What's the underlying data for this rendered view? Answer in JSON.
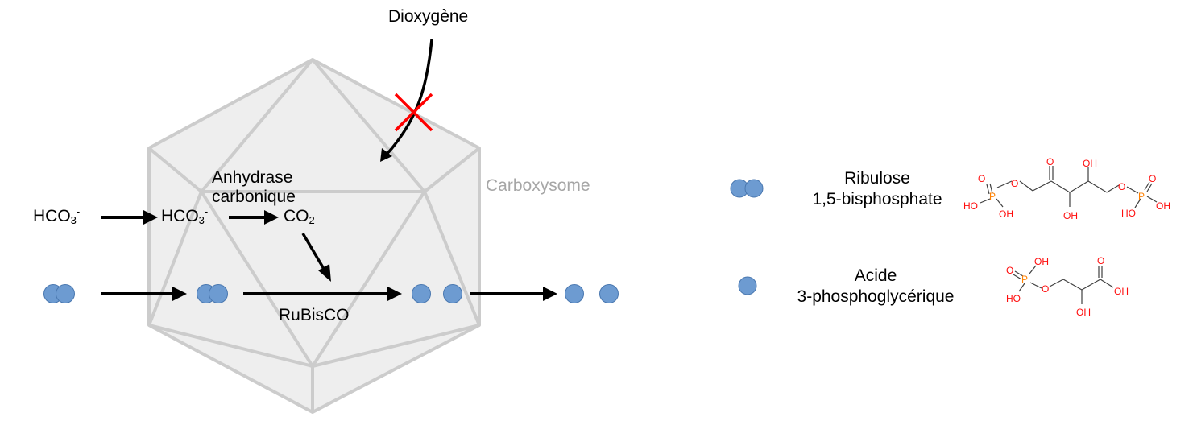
{
  "diagram": {
    "title": "Carboxysome",
    "colors": {
      "shell_fill": "#eeeeee",
      "shell_stroke": "#cccccc",
      "metabolite_fill": "#6d9bd1",
      "metabolite_stroke": "#4a78b0",
      "block_mark": "#ff0000",
      "arrow": "#000000",
      "atom_oxygen": "#ff0d0d",
      "atom_phosphorus": "#ff8000",
      "bond": "#404040"
    },
    "labels": {
      "dioxygen": "Dioxygène",
      "carboxysome": "Carboxysome",
      "enzyme_ca_line1": "Anhydrase",
      "enzyme_ca_line2": "carbonique",
      "enzyme_rubisco": "RuBisCO",
      "bicarbonate_outside": {
        "base": "HCO",
        "sub": "3",
        "sup": "-"
      },
      "bicarbonate_inside": {
        "base": "HCO",
        "sub": "3",
        "sup": "-"
      },
      "co2": {
        "base": "CO",
        "sub": "2"
      }
    },
    "flows": [
      {
        "from": "HCO3- (outside)",
        "to": "HCO3- (inside)"
      },
      {
        "from": "HCO3- (inside)",
        "to": "CO2",
        "enzyme": "Anhydrase carbonique"
      },
      {
        "from": "CO2",
        "to": "RuBisCO reaction"
      },
      {
        "from": "RuBP (outside)",
        "to": "RuBP (inside)"
      },
      {
        "from": "RuBP (inside)",
        "to": "2 x 3-PGA",
        "enzyme": "RuBisCO"
      },
      {
        "from": "2 x 3-PGA (inside)",
        "to": "2 x 3-PGA (outside)"
      },
      {
        "from": "Dioxygène",
        "to": "inside",
        "blocked": true
      }
    ]
  },
  "legend": {
    "items": [
      {
        "symbol": "double-circle",
        "line1": "Ribulose",
        "line2": "1,5-bisphosphate"
      },
      {
        "symbol": "single-circle",
        "line1": "Acide",
        "line2": "3-phosphoglycérique"
      }
    ]
  },
  "structures": {
    "rubp_atoms": [
      "O",
      "P",
      "HO",
      "OH",
      "O",
      "O",
      "OH",
      "OH",
      "O",
      "P",
      "O",
      "HO",
      "OH"
    ],
    "pga_atoms": [
      "O",
      "P",
      "OH",
      "HO",
      "O",
      "O",
      "OH",
      "OH"
    ]
  }
}
